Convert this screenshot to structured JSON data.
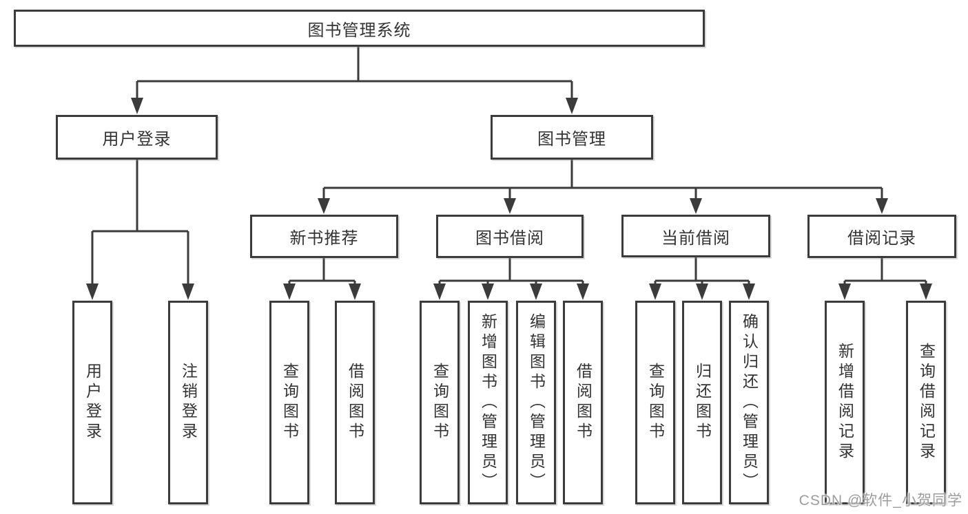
{
  "nodes": {
    "root": "图书管理系统",
    "l2": [
      "用户登录",
      "图书管理"
    ],
    "l3": [
      "新书推荐",
      "图书借阅",
      "当前借阅",
      "借阅记录"
    ],
    "leaves_login": [
      "用户登录",
      "注销登录"
    ],
    "leaves_recommend": [
      "查询图书",
      "借阅图书"
    ],
    "leaves_borrow": [
      "查询图书",
      "新增图书（管理员）",
      "编辑图书（管理员）",
      "借阅图书"
    ],
    "leaves_current": [
      "查询图书",
      "归还图书",
      "确认归还（管理员）"
    ],
    "leaves_records": [
      "新增借阅记录",
      "查询借阅记录"
    ]
  },
  "watermark": "CSDN @软件_小贺同学",
  "colors": {
    "line": "#3b3b3b",
    "border": "#3b3b3b",
    "text": "#333333",
    "watermark": "#9c9c9c",
    "background": "#ffffff"
  }
}
